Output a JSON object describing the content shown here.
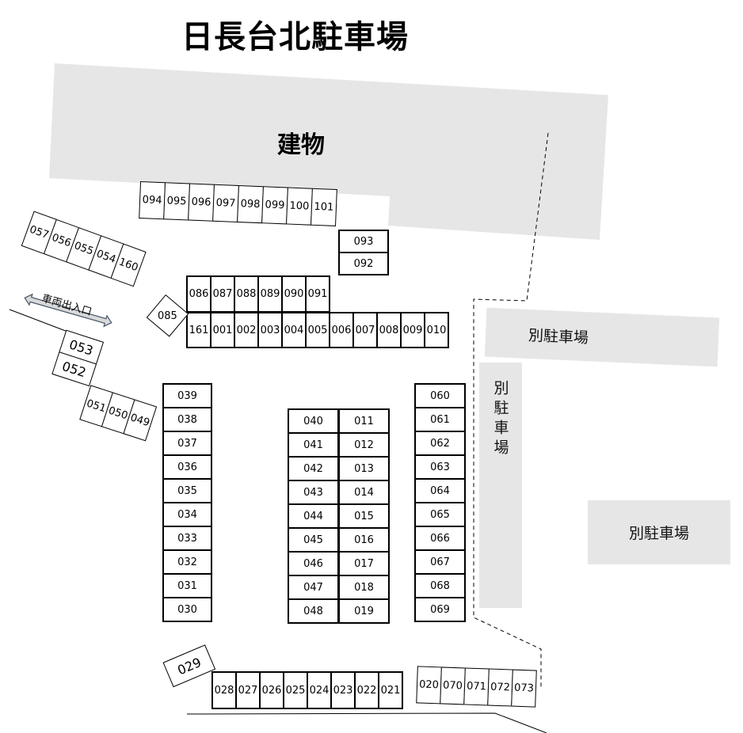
{
  "title": "日長台北駐車場",
  "building_label": "建物",
  "entrance_label": "車両出入口",
  "other_lots": [
    "別駐車場",
    "別駐車場",
    "別駐車場"
  ],
  "colors": {
    "area_gray": "#e6e6e6",
    "line": "#000000",
    "arrow_fill": "#d9d9d9",
    "arrow_stroke": "#44546a"
  },
  "rows": {
    "top_angled": [
      "094",
      "095",
      "096",
      "097",
      "098",
      "099",
      "100",
      "101"
    ],
    "upper_right": [
      "093",
      "092"
    ],
    "row_a": [
      "086",
      "087",
      "088",
      "089",
      "090",
      "091"
    ],
    "row_b": [
      "161",
      "001",
      "002",
      "003",
      "004",
      "005",
      "006",
      "007",
      "008",
      "009",
      "010"
    ],
    "diamond": [
      "085"
    ],
    "left_angled": [
      "057",
      "056",
      "055",
      "054",
      "160"
    ],
    "left_pair": [
      "053",
      "052"
    ],
    "left_lower": [
      "051",
      "050",
      "049"
    ],
    "col_left": [
      "039",
      "038",
      "037",
      "036",
      "035",
      "034",
      "033",
      "032",
      "031",
      "030"
    ],
    "col_mid_a": [
      "040",
      "041",
      "042",
      "043",
      "044",
      "045",
      "046",
      "047",
      "048"
    ],
    "col_mid_b": [
      "011",
      "012",
      "013",
      "014",
      "015",
      "016",
      "017",
      "018",
      "019"
    ],
    "col_right": [
      "060",
      "061",
      "062",
      "063",
      "064",
      "065",
      "066",
      "067",
      "068",
      "069"
    ],
    "single_029": [
      "029"
    ],
    "bottom": [
      "028",
      "027",
      "026",
      "025",
      "024",
      "023",
      "022",
      "021"
    ],
    "bottom_right": [
      "020",
      "070",
      "071",
      "072",
      "073"
    ]
  }
}
